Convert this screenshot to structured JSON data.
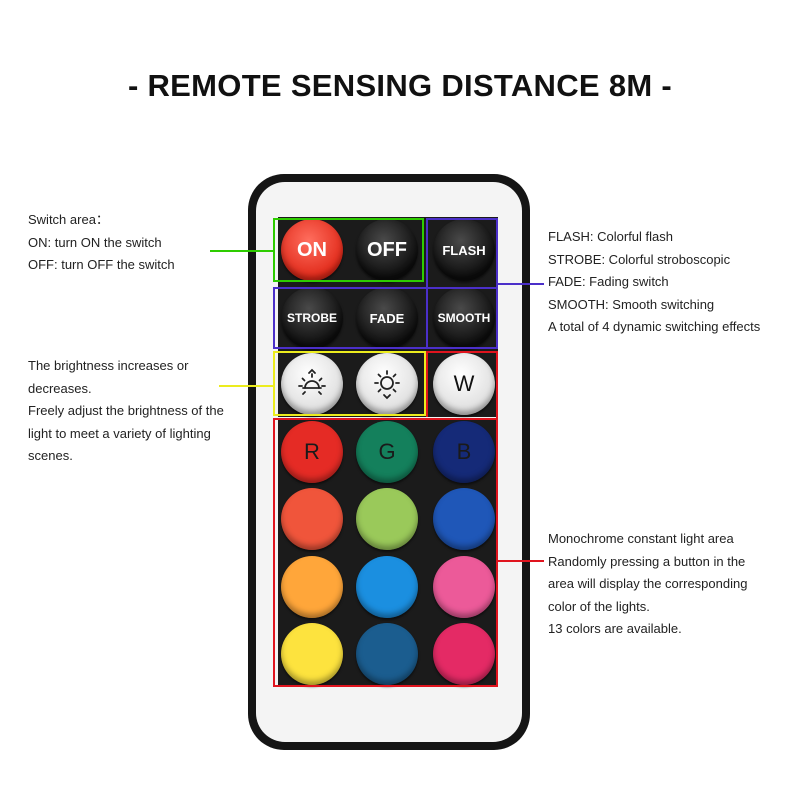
{
  "title": "- REMOTE SENSING DISTANCE 8M -",
  "remote": {
    "buttons": {
      "on": "ON",
      "off": "OFF",
      "flash": "FLASH",
      "strobe": "STROBE",
      "fade": "FADE",
      "smooth": "SMOOTH",
      "brightness_up_icon": "brightness-up-icon",
      "brightness_down_icon": "brightness-down-icon",
      "white": "W",
      "red": "R",
      "green": "G",
      "blue": "B"
    },
    "colors": {
      "on": "#e12a1a",
      "r": "#e52b25",
      "g": "#14805c",
      "b": "#152a78",
      "row2": [
        "#f0553b",
        "#9ac95a",
        "#1f57b8"
      ],
      "row3": [
        "#ffa63a",
        "#1b8fe0",
        "#ec5a99"
      ],
      "row4": [
        "#fde33e",
        "#1b5d8f",
        "#e42a65"
      ]
    }
  },
  "annotations": {
    "switch": {
      "lines": [
        "Switch area：",
        "ON: turn ON the switch",
        "OFF: turn OFF the switch"
      ],
      "color": "#2ecc00"
    },
    "dynamic": {
      "lines": [
        "FLASH: Colorful flash",
        "STROBE: Colorful stroboscopic",
        "FADE: Fading switch",
        "SMOOTH: Smooth switching",
        "A total of 4 dynamic switching effects"
      ],
      "color": "#4b2fc9"
    },
    "brightness": {
      "lines": [
        "The brightness increases or",
        "decreases.",
        "Freely adjust the brightness of the",
        "light to meet a variety of lighting",
        "scenes."
      ],
      "color": "#ecec1e"
    },
    "monochrome": {
      "lines": [
        "Monochrome constant light area",
        "Randomly pressing a button in the",
        "area will display the corresponding",
        "color of the lights.",
        "13 colors are available."
      ],
      "color": "#e0141e"
    }
  }
}
